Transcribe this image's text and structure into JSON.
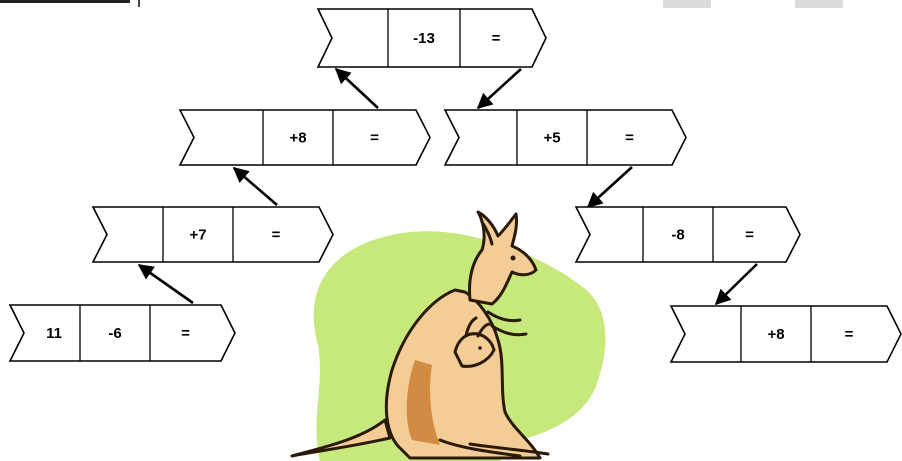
{
  "puzzle": {
    "boxes": [
      {
        "id": "start",
        "cells": [
          "11",
          "-6",
          "="
        ]
      },
      {
        "id": "step-2",
        "cells": [
          "",
          "+7",
          "="
        ]
      },
      {
        "id": "step-3",
        "cells": [
          "",
          "+8",
          "="
        ]
      },
      {
        "id": "step-4",
        "cells": [
          "",
          "-13",
          "="
        ]
      },
      {
        "id": "step-5",
        "cells": [
          "",
          "+5",
          "="
        ]
      },
      {
        "id": "step-6",
        "cells": [
          "",
          "-8",
          "="
        ]
      },
      {
        "id": "step-7",
        "cells": [
          "",
          "+8",
          "="
        ]
      }
    ]
  },
  "colors": {
    "stroke": "#000000",
    "blob": "#c7e87a",
    "kangaroo_fill": "#f4cc96",
    "kangaroo_dark": "#d28b42",
    "kangaroo_line": "#2a1a0a"
  }
}
